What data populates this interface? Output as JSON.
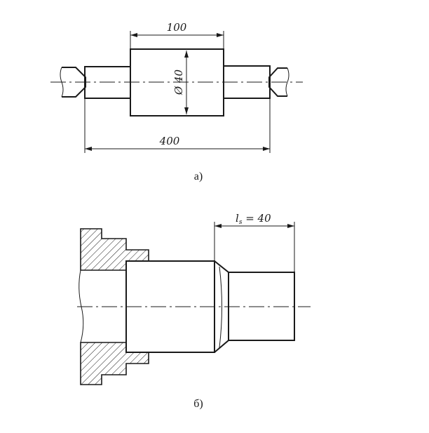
{
  "figure_a": {
    "dimension_length_middle": "100",
    "dimension_diameter": "Ø 40",
    "dimension_length_total": "400",
    "caption": "а)"
  },
  "figure_b": {
    "dimension_label_symbol": "l",
    "dimension_label_subscript": "s",
    "dimension_label_value": " = 40",
    "caption": "б)"
  }
}
